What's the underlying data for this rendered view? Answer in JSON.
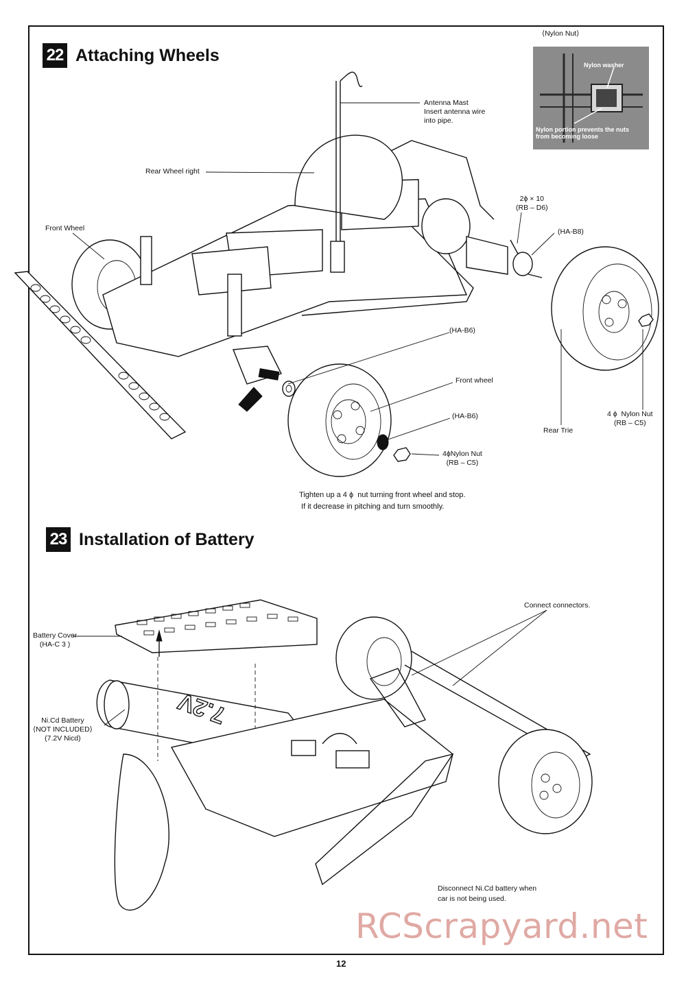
{
  "section22": {
    "number": "22",
    "title": "Attaching Wheels"
  },
  "section23": {
    "number": "23",
    "title": "Installation of Battery"
  },
  "photo": {
    "caption": "⟨Nylon Nut⟩",
    "label_washer": "Nylon washer",
    "label_portion": "Nylon portion prevents the nuts\nfrom becoming loose"
  },
  "labels22": {
    "antenna": "Antenna Mast\nInsert antenna wire\ninto pipe.",
    "rear_wheel_right": "Rear Wheel right",
    "front_wheel_left": "Front Wheel",
    "pin": "2ϕ × 10\n(RB – D6)",
    "ha_b8": "(HA-B8)",
    "ha_b6_top": "(HA-B6)",
    "front_wheel": "Front wheel",
    "ha_b6_mid": "(HA-B6)",
    "nylon_nut_front": "4ϕNylon Nut\n(RB – C5)",
    "rear_trie": "Rear Trie",
    "nylon_nut_rear": "4 ϕ  Nylon Nut\n(RB – C5)",
    "note": "Tighten up a 4 ϕ  nut turning front wheel and stop.\n If it decrease in pitching and turn smoothly."
  },
  "labels23": {
    "connect": "Connect connectors.",
    "battery_cover": "Battery Cover\n(HA-C 3 )",
    "battery": "Ni.Cd Battery\n⟨NOT INCLUDED⟩\n(7.2V Nicd)",
    "battery_marking": "7.2V",
    "note": "Disconnect Ni.Cd battery when\ncar is not being used."
  },
  "watermark": "RCScrapyard.net",
  "page_number": "12"
}
